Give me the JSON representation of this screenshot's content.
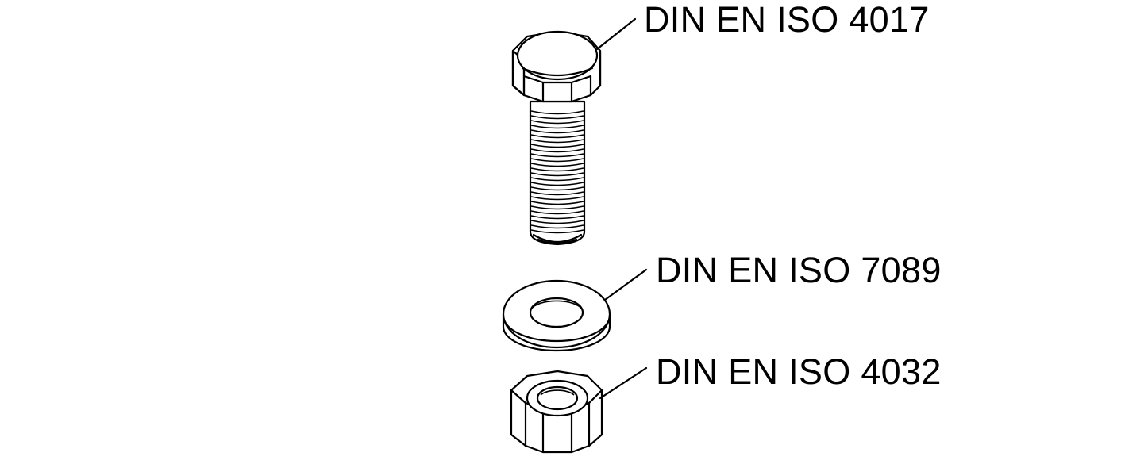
{
  "labels": {
    "bolt": "DIN EN ISO 4017",
    "washer": "DIN EN ISO 7089",
    "nut": "DIN EN ISO 4032"
  },
  "colors": {
    "line": "#000000",
    "background": "#ffffff"
  }
}
